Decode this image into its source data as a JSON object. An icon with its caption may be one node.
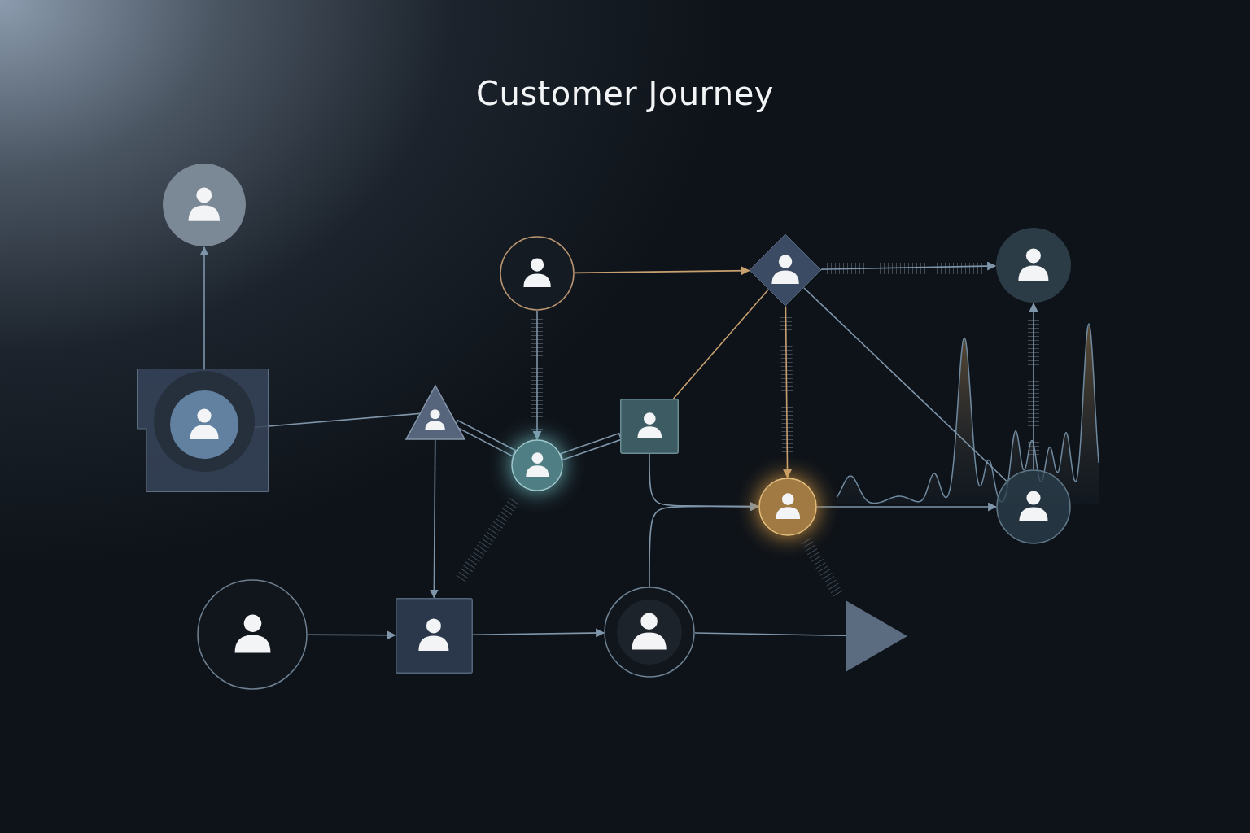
{
  "diagram": {
    "title": "Customer Journey",
    "nodes": [
      {
        "text": [],
        "shape": "circle"
      },
      {
        "text": [],
        "shape": "box"
      },
      {
        "text": [],
        "shape": "circle",
        "in": 1
      },
      {
        "text": [],
        "shape": "circle"
      },
      {
        "text": [],
        "shape": "diamond"
      },
      {
        "text": [],
        "shape": "circle"
      },
      {
        "text": [],
        "shape": "triangle"
      },
      {
        "text": [],
        "shape": "circle"
      },
      {
        "text": [],
        "shape": "box"
      },
      {
        "text": [],
        "shape": "circle"
      },
      {
        "text": [],
        "shape": "circle"
      },
      {
        "text": [],
        "shape": "circle"
      },
      {
        "text": [],
        "shape": "box"
      },
      {
        "text": [],
        "shape": "circle"
      },
      {
        "text": [],
        "shape": "triangle"
      }
    ],
    "edges": [
      {
        "from": 2,
        "to": 0,
        "arrow": "to"
      },
      {
        "from": 2,
        "to": 6,
        "arrow": "none"
      },
      {
        "from": 6,
        "to": 7,
        "arrow": "none"
      },
      {
        "from": 7,
        "to": 8,
        "arrow": "none"
      },
      {
        "from": 3,
        "to": 7,
        "arrow": "to"
      },
      {
        "from": 3,
        "to": 4,
        "arrow": "to",
        "color": "#c8a070"
      },
      {
        "from": 8,
        "to": 4,
        "arrow": "none",
        "color": "#c8a070"
      },
      {
        "from": 4,
        "to": 5,
        "arrow": "to"
      },
      {
        "from": 4,
        "to": 9,
        "arrow": "to",
        "color": "#c8a070"
      },
      {
        "from": 4,
        "to": 10,
        "arrow": "none"
      },
      {
        "from": 10,
        "to": 5,
        "arrow": "to"
      },
      {
        "from": 9,
        "to": 10,
        "arrow": "to"
      },
      {
        "from": 8,
        "to": 9,
        "arrow": "to"
      },
      {
        "from": 13,
        "to": 9,
        "arrow": "to"
      },
      {
        "from": 11,
        "to": 12,
        "arrow": "to"
      },
      {
        "from": 12,
        "to": 13,
        "arrow": "to"
      },
      {
        "from": 6,
        "to": 12,
        "arrow": "to"
      },
      {
        "from": 13,
        "to": 14,
        "arrow": "none"
      }
    ]
  }
}
